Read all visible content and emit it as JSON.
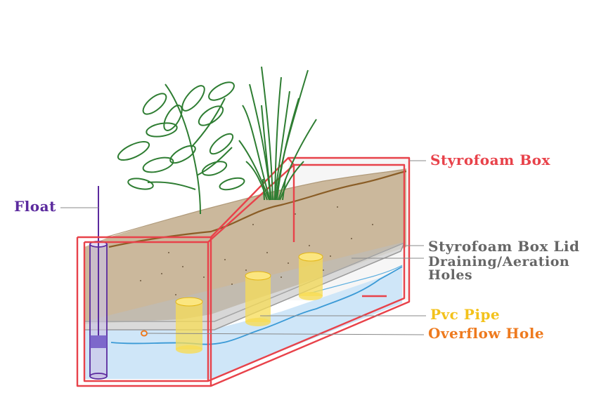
{
  "labels": {
    "styrofoam_box": "Styrofoam Box",
    "float": "Float",
    "styrofoam_box_lid": "Styrofoam Box Lid",
    "draining_line1": "Draining/Aeration",
    "draining_line2": "Holes",
    "pvc_pipe": "Pvc Pipe",
    "overflow_hole": "Overflow Hole"
  },
  "colors": {
    "styrofoam_box": "#e8424a",
    "float": "#5b2a9e",
    "lid": "#666666",
    "draining": "#666666",
    "pvc_pipe": "#f3c21b",
    "overflow_hole": "#ee7a1e",
    "soil": "#cbb89c",
    "water": "#cfe6f8",
    "plant": "#2e7d32"
  }
}
